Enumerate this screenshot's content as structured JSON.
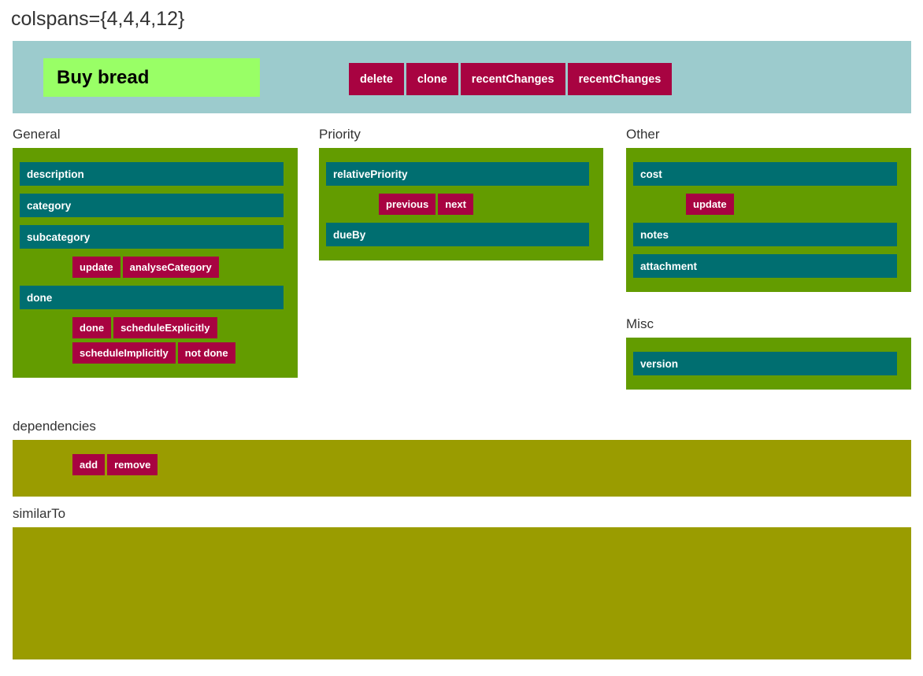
{
  "page": {
    "title": "colspans={4,4,4,12}"
  },
  "header": {
    "record_title": "Buy bread",
    "actions": [
      {
        "label": "delete"
      },
      {
        "label": "clone"
      },
      {
        "label": "recentChanges"
      },
      {
        "label": "recentChanges"
      }
    ]
  },
  "sections": {
    "general": {
      "label": "General",
      "fields": [
        {
          "label": "description"
        },
        {
          "label": "category"
        },
        {
          "label": "subcategory"
        },
        {
          "label": "done"
        }
      ],
      "buttons_category": [
        {
          "label": "update"
        },
        {
          "label": "analyseCategory"
        }
      ],
      "buttons_done_row1": [
        {
          "label": "done"
        },
        {
          "label": "scheduleExplicitly"
        }
      ],
      "buttons_done_row2": [
        {
          "label": "scheduleImplicitly"
        },
        {
          "label": "not done"
        }
      ]
    },
    "priority": {
      "label": "Priority",
      "fields": [
        {
          "label": "relativePriority"
        },
        {
          "label": "dueBy"
        }
      ],
      "buttons": [
        {
          "label": "previous"
        },
        {
          "label": "next"
        }
      ]
    },
    "other": {
      "label": "Other",
      "fields": [
        {
          "label": "cost"
        },
        {
          "label": "notes"
        },
        {
          "label": "attachment"
        }
      ],
      "buttons": [
        {
          "label": "update"
        }
      ]
    },
    "misc": {
      "label": "Misc",
      "fields": [
        {
          "label": "version"
        }
      ]
    },
    "dependencies": {
      "label": "dependencies",
      "buttons": [
        {
          "label": "add"
        },
        {
          "label": "remove"
        }
      ]
    },
    "similar_to": {
      "label": "similarTo"
    }
  },
  "colors": {
    "header_band": "#9ccbcd",
    "title_field": "#99ff66",
    "panel_green": "#639c00",
    "panel_olive": "#9a9c00",
    "field_teal": "#006e70",
    "button_crimson": "#a80341",
    "text_dark": "#333333"
  }
}
